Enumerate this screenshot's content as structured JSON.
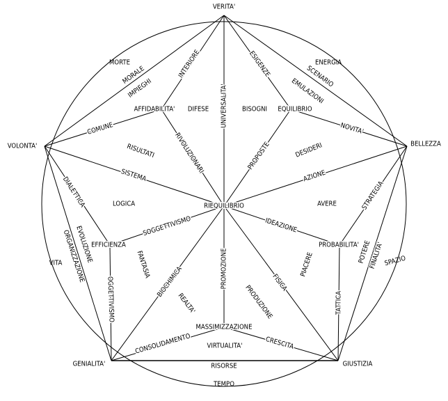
{
  "vertices": {
    "top": "VERITA'",
    "right": "BELLEZZA",
    "left": "VOLONTA'",
    "bottom_left": "GENIALITA'",
    "bottom_right": "GIUSTIZIA"
  },
  "center": "RIEQUILIBRIO",
  "labels": {
    "morte": "MORTE",
    "morale": "MORALE",
    "impieghi": "IMPIEGHI",
    "interiore": "INTERIORE",
    "affidabilita": "AFFIDABILITA'",
    "difese": "DIFESE",
    "universalita": "UNIVERSALITA'",
    "bisogni": "BISOGNI",
    "equilibrio": "EQUILIBRIO",
    "esigenze": "ESIGENZE",
    "energia": "ENERGIA",
    "scenario": "SCENARIO",
    "emulazioni": "EMULAZIONI",
    "novita": "NOVITA'",
    "comune": "COMUNE",
    "risultati": "RISULTATI",
    "rivoluzionari": "RIVOLUZIONARI",
    "proposte": "PROPOSTE",
    "desideri": "DESIDERI",
    "sistema": "SISTEMA",
    "azione": "AZIONE",
    "dialettica": "DIALETTICA",
    "logica": "LOGICA",
    "avere": "AVERE",
    "strategia": "STRATEGIA",
    "soggettivismo": "SOGGETTIVISMO",
    "ideazione": "IDEAZIONE",
    "evoluzione": "EVOLUZIONE",
    "efficienza": "EFFICIENZA",
    "organizzazione": "ORGANIZZAZIONE",
    "probabilita": "PROBABILITA'",
    "potere": "POTERE",
    "finalita": "FINALITA'",
    "spazio": "SPAZIO",
    "vita": "VITA",
    "fantasia": "FANTASIA",
    "promozione": "PROMOZIONE",
    "piacere": "PIACERE",
    "oggettivismo": "OGGETTIVISMO",
    "biochimica": "BIOCHIMICA",
    "fisica": "FISICA",
    "tattica": "TATTICA",
    "realta": "REALTA'",
    "produzione": "PRODUZIONE",
    "massimizzazione": "MASSIMIZZAZIONE",
    "consolidamento": "CONSOLIDAMENTO",
    "crescita": "CRESCITA",
    "virtualita": "VIRTUALITA'",
    "risorse": "RISORSE",
    "tempo": "TEMPO"
  }
}
